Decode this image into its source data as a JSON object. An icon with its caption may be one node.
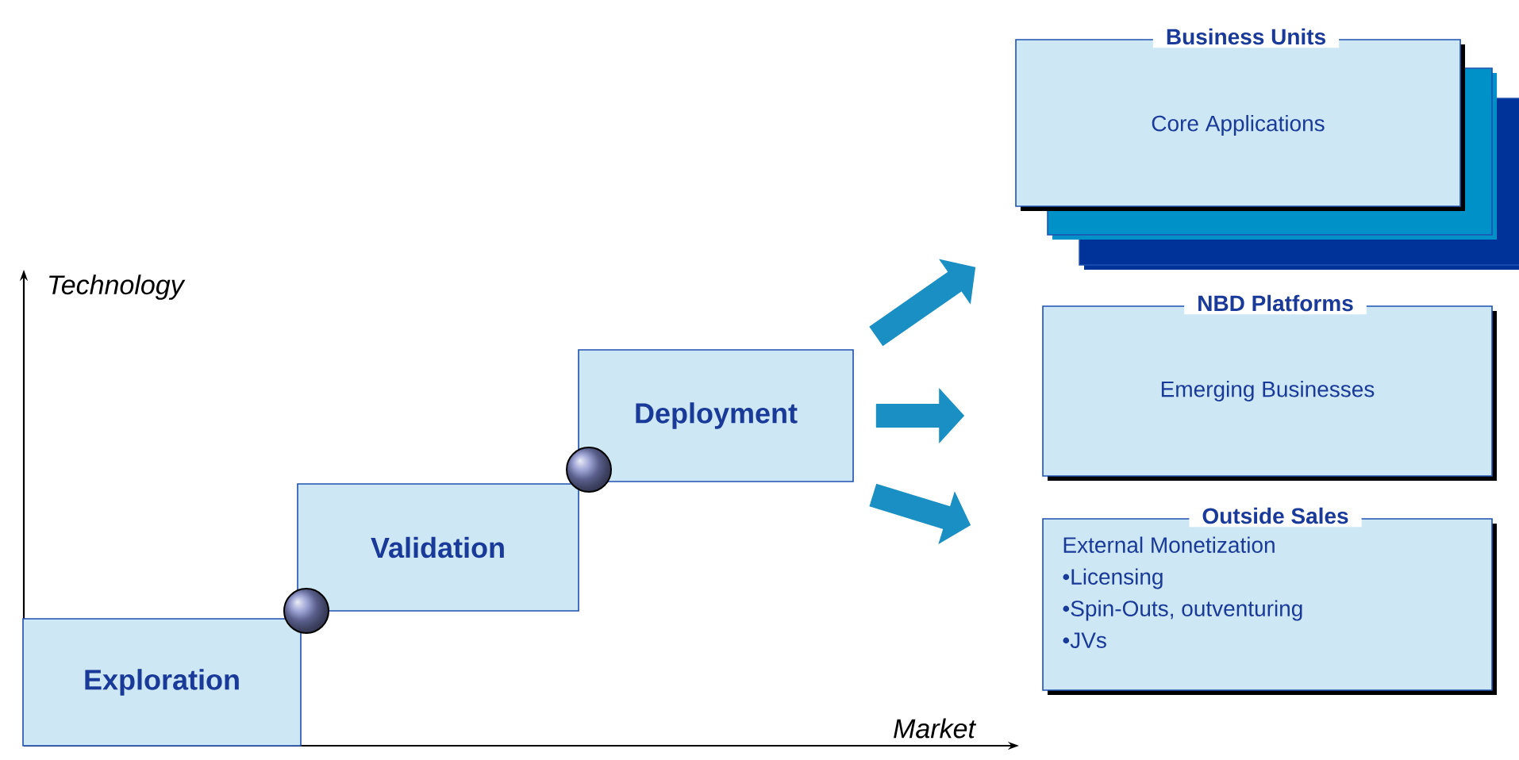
{
  "diagram": {
    "nodes": [
      {
        "text": [
          "Exploration"
        ]
      },
      {
        "text": [
          "Validation"
        ]
      },
      {
        "text": [
          "Deployment"
        ]
      },
      {
        "text": [],
        "shape": "circle"
      },
      {
        "text": [],
        "shape": "circle"
      },
      {
        "text": [
          "Business Units",
          "Core Applications"
        ]
      },
      {
        "text": [
          "NBD Platforms",
          "Emerging Businesses"
        ]
      },
      {
        "text": [
          "Outside Sales",
          "External Monetization",
          "•Licensing",
          "•Spin-Outs, outventuring",
          "•JVs"
        ]
      }
    ],
    "edges": [
      {
        "from": 2,
        "to": 5,
        "arrow": "to"
      },
      {
        "from": 2,
        "to": 6,
        "arrow": "to"
      },
      {
        "from": 2,
        "to": 7,
        "arrow": "to"
      }
    ],
    "labels": [
      "Technology",
      "Market"
    ]
  }
}
